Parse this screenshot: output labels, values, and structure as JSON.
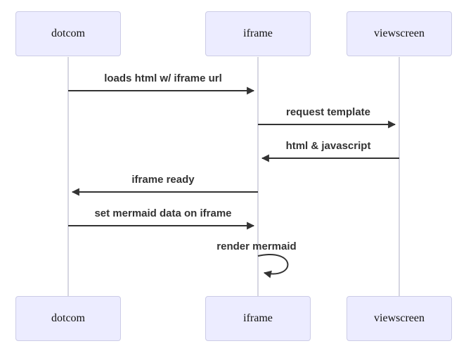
{
  "diagram": {
    "type": "sequence-diagram",
    "actors": [
      {
        "id": "dotcom",
        "label": "dotcom"
      },
      {
        "id": "iframe",
        "label": "iframe"
      },
      {
        "id": "viewscreen",
        "label": "viewscreen"
      }
    ],
    "messages": [
      {
        "from": "dotcom",
        "to": "iframe",
        "label": "loads html w/ iframe url",
        "arrow": "solid"
      },
      {
        "from": "iframe",
        "to": "viewscreen",
        "label": "request template",
        "arrow": "solid"
      },
      {
        "from": "viewscreen",
        "to": "iframe",
        "label": "html & javascript",
        "arrow": "solid"
      },
      {
        "from": "iframe",
        "to": "dotcom",
        "label": "iframe ready",
        "arrow": "solid"
      },
      {
        "from": "dotcom",
        "to": "iframe",
        "label": "set mermaid data on iframe",
        "arrow": "solid"
      },
      {
        "from": "iframe",
        "to": "iframe",
        "label": "render mermaid",
        "arrow": "self-loop"
      }
    ],
    "colors": {
      "actor_fill": "#ECECFF",
      "actor_border": "#CCCCE6",
      "lifeline": "#C9C9D9",
      "message": "#333333"
    }
  }
}
